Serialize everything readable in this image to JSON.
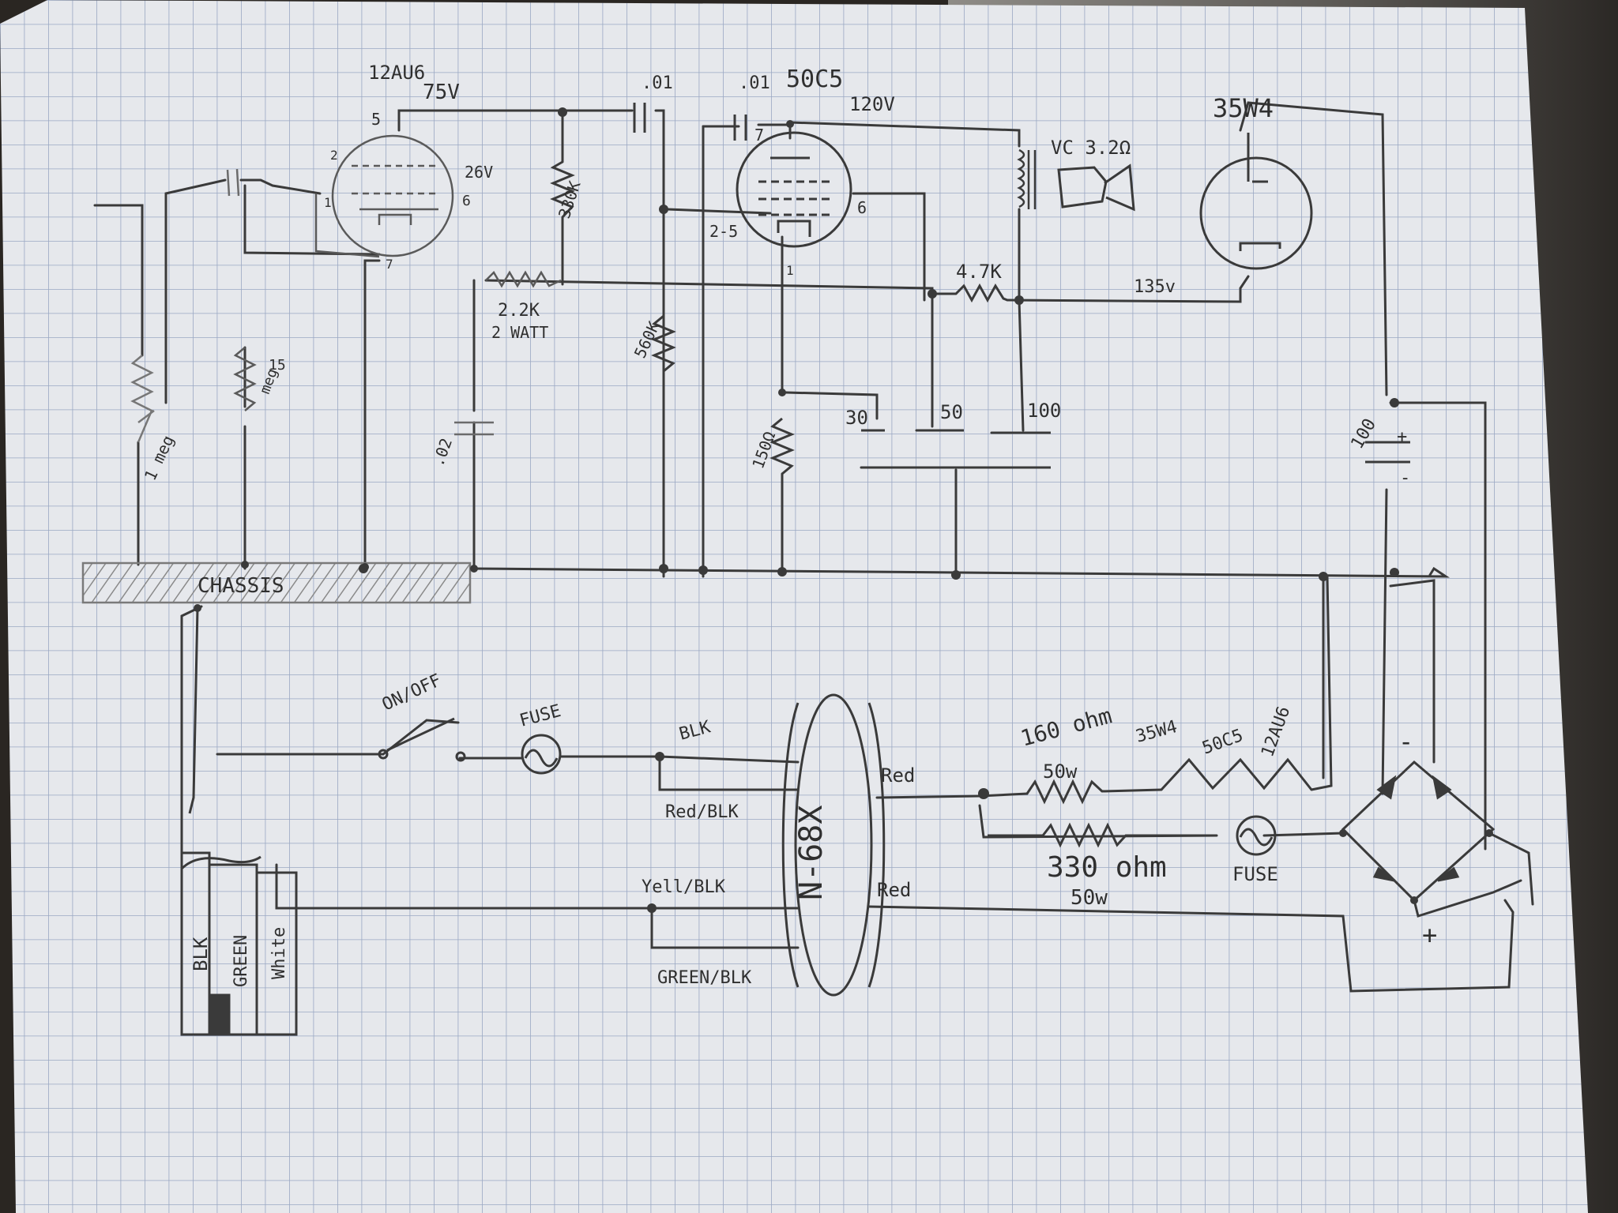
{
  "colors": {
    "paper": "#e6e8ec",
    "grid": "#9aa8c3",
    "ink": "#2f2f2f",
    "pencil": "#6b6b6b"
  },
  "tubes": {
    "preamp": {
      "type": "12AU6",
      "plate_voltage": "75V",
      "cathode_voltage": "26V",
      "pins": [
        "5",
        "6",
        "1",
        "7",
        "2"
      ]
    },
    "output": {
      "type": "50C5",
      "plate_voltage": "120V",
      "pins": [
        "7",
        "6",
        "2-5",
        "1"
      ]
    },
    "rectifier": {
      "type": "35W4"
    }
  },
  "capacitors": {
    "coupling_1": ".01",
    "coupling_2": ".01",
    "bypass": ".02",
    "filter_taps": [
      "30",
      "50",
      "100"
    ],
    "main_filter": "100"
  },
  "resistors": {
    "plate_load": "330K",
    "screen": "2.2K",
    "screen_rating": "2 WATT",
    "grid_leak": "560K",
    "cathode": "150Ω",
    "filter": "4.7K",
    "grid_left_value": "1 meg",
    "grid_right_value": "15",
    "grid_right_unit": "meg"
  },
  "speaker": {
    "label": "VC 3.2Ω"
  },
  "supply": {
    "b_plus": "135v"
  },
  "chassis": {
    "label": "CHASSIS"
  },
  "controls": {
    "switch": "ON/OFF",
    "fuse_1": "FUSE",
    "fuse_2": "FUSE"
  },
  "transformer": {
    "label": "N-68X",
    "wires": {
      "primary_top": "BLK",
      "primary_bottom": "Red/BLK",
      "secondary_top": "Yell/BLK",
      "secondary_bottom": "GREEN/BLK",
      "out_top": "Red",
      "out_bottom": "Red"
    }
  },
  "heater_string": {
    "r1_value": "160 ohm",
    "r1_rating": "50w",
    "tubes": [
      "35W4",
      "50C5",
      "12AU6"
    ],
    "r2_value": "330 ohm",
    "r2_rating": "50w"
  },
  "bridge": {
    "plus": "+",
    "minus": "-"
  },
  "power_cord": {
    "wires": [
      "BLK",
      "GREEN",
      "White"
    ]
  }
}
